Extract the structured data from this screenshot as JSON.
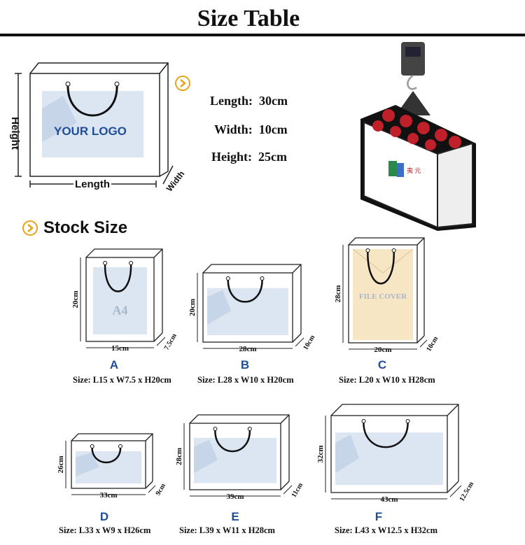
{
  "header": {
    "title": "Size Table"
  },
  "diagram": {
    "logo_text": "YOUR LOGO",
    "height_label": "Height",
    "length_label": "Length",
    "width_label": "Width"
  },
  "specs": {
    "length_label": "Length:",
    "length_value": "30cm",
    "width_label": "Width:",
    "width_value": "10cm",
    "height_label": "Height:",
    "height_value": "25cm"
  },
  "stock": {
    "title": "Stock Size"
  },
  "bags": [
    {
      "letter": "A",
      "size": "Size:  L15 x W7.5 x H20cm",
      "h": "20cm",
      "l": "15cm",
      "w": "7.5cm",
      "print": "A4"
    },
    {
      "letter": "B",
      "size": "Size:  L28 x W10 x H20cm",
      "h": "20cm",
      "l": "28cm",
      "w": "10cm"
    },
    {
      "letter": "C",
      "size": "Size:   L20 x W10 x H28cm",
      "h": "28cm",
      "l": "20cm",
      "w": "10cm",
      "print": "FILE COVER"
    },
    {
      "letter": "D",
      "size": "Size:  L33 x W9 x H26cm",
      "h": "26cm",
      "l": "33cm",
      "w": "9cm"
    },
    {
      "letter": "E",
      "size": "Size:  L39 x W11 x H28cm",
      "h": "28cm",
      "l": "39cm",
      "w": "11cm"
    },
    {
      "letter": "F",
      "size": "Size:  L43 x W12.5 x H32cm",
      "h": "32cm",
      "l": "43cm",
      "w": "12.5cm"
    }
  ],
  "colors": {
    "accent": "#e8a21b",
    "letter": "#1f4e9a",
    "shirt": "#dce6f2",
    "folder": "#f7e6c4"
  }
}
